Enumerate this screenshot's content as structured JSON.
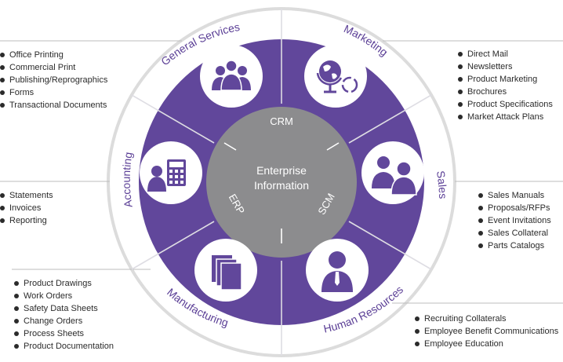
{
  "center": {
    "line1": "Enterprise",
    "line2": "Information"
  },
  "inner_labels": {
    "crm": "CRM",
    "erp": "ERP",
    "scm": "SCM"
  },
  "segments": {
    "general_services": {
      "label": "General Services",
      "icon": "business-team-icon",
      "items": [
        "Office Printing",
        "Commercial Print",
        "Publishing/Reprographics",
        "Forms",
        "Transactional Documents"
      ]
    },
    "marketing": {
      "label": "Marketing",
      "icon": "globe-refresh-icon",
      "items": [
        "Direct Mail",
        "Newsletters",
        "Product Marketing",
        "Brochures",
        "Product Specifications",
        "Market Attack Plans"
      ]
    },
    "sales": {
      "label": "Sales",
      "icon": "two-businessmen-icon",
      "items": [
        "Sales Manuals",
        "Proposals/RFPs",
        "Event Invitations",
        "Sales Collateral",
        "Parts Catalogs"
      ]
    },
    "human_resources": {
      "label": "Human Resources",
      "icon": "businessman-icon",
      "items": [
        "Recruiting Collaterals",
        "Employee Benefit Communications",
        "Employee Education"
      ]
    },
    "manufacturing": {
      "label": "Manufacturing",
      "icon": "documents-stack-icon",
      "items": [
        "Product Drawings",
        "Work Orders",
        "Safety Data Sheets",
        "Change Orders",
        "Process Sheets",
        "Product Documentation"
      ]
    },
    "accounting": {
      "label": "Accounting",
      "icon": "calculator-person-icon",
      "items": [
        "Statements",
        "Invoices",
        "Reporting"
      ]
    }
  },
  "colors": {
    "purple": "#61479b",
    "center_gray": "#8c8c8e",
    "ring_gray": "#dcdcdc",
    "label_purple": "#5b3f96"
  }
}
